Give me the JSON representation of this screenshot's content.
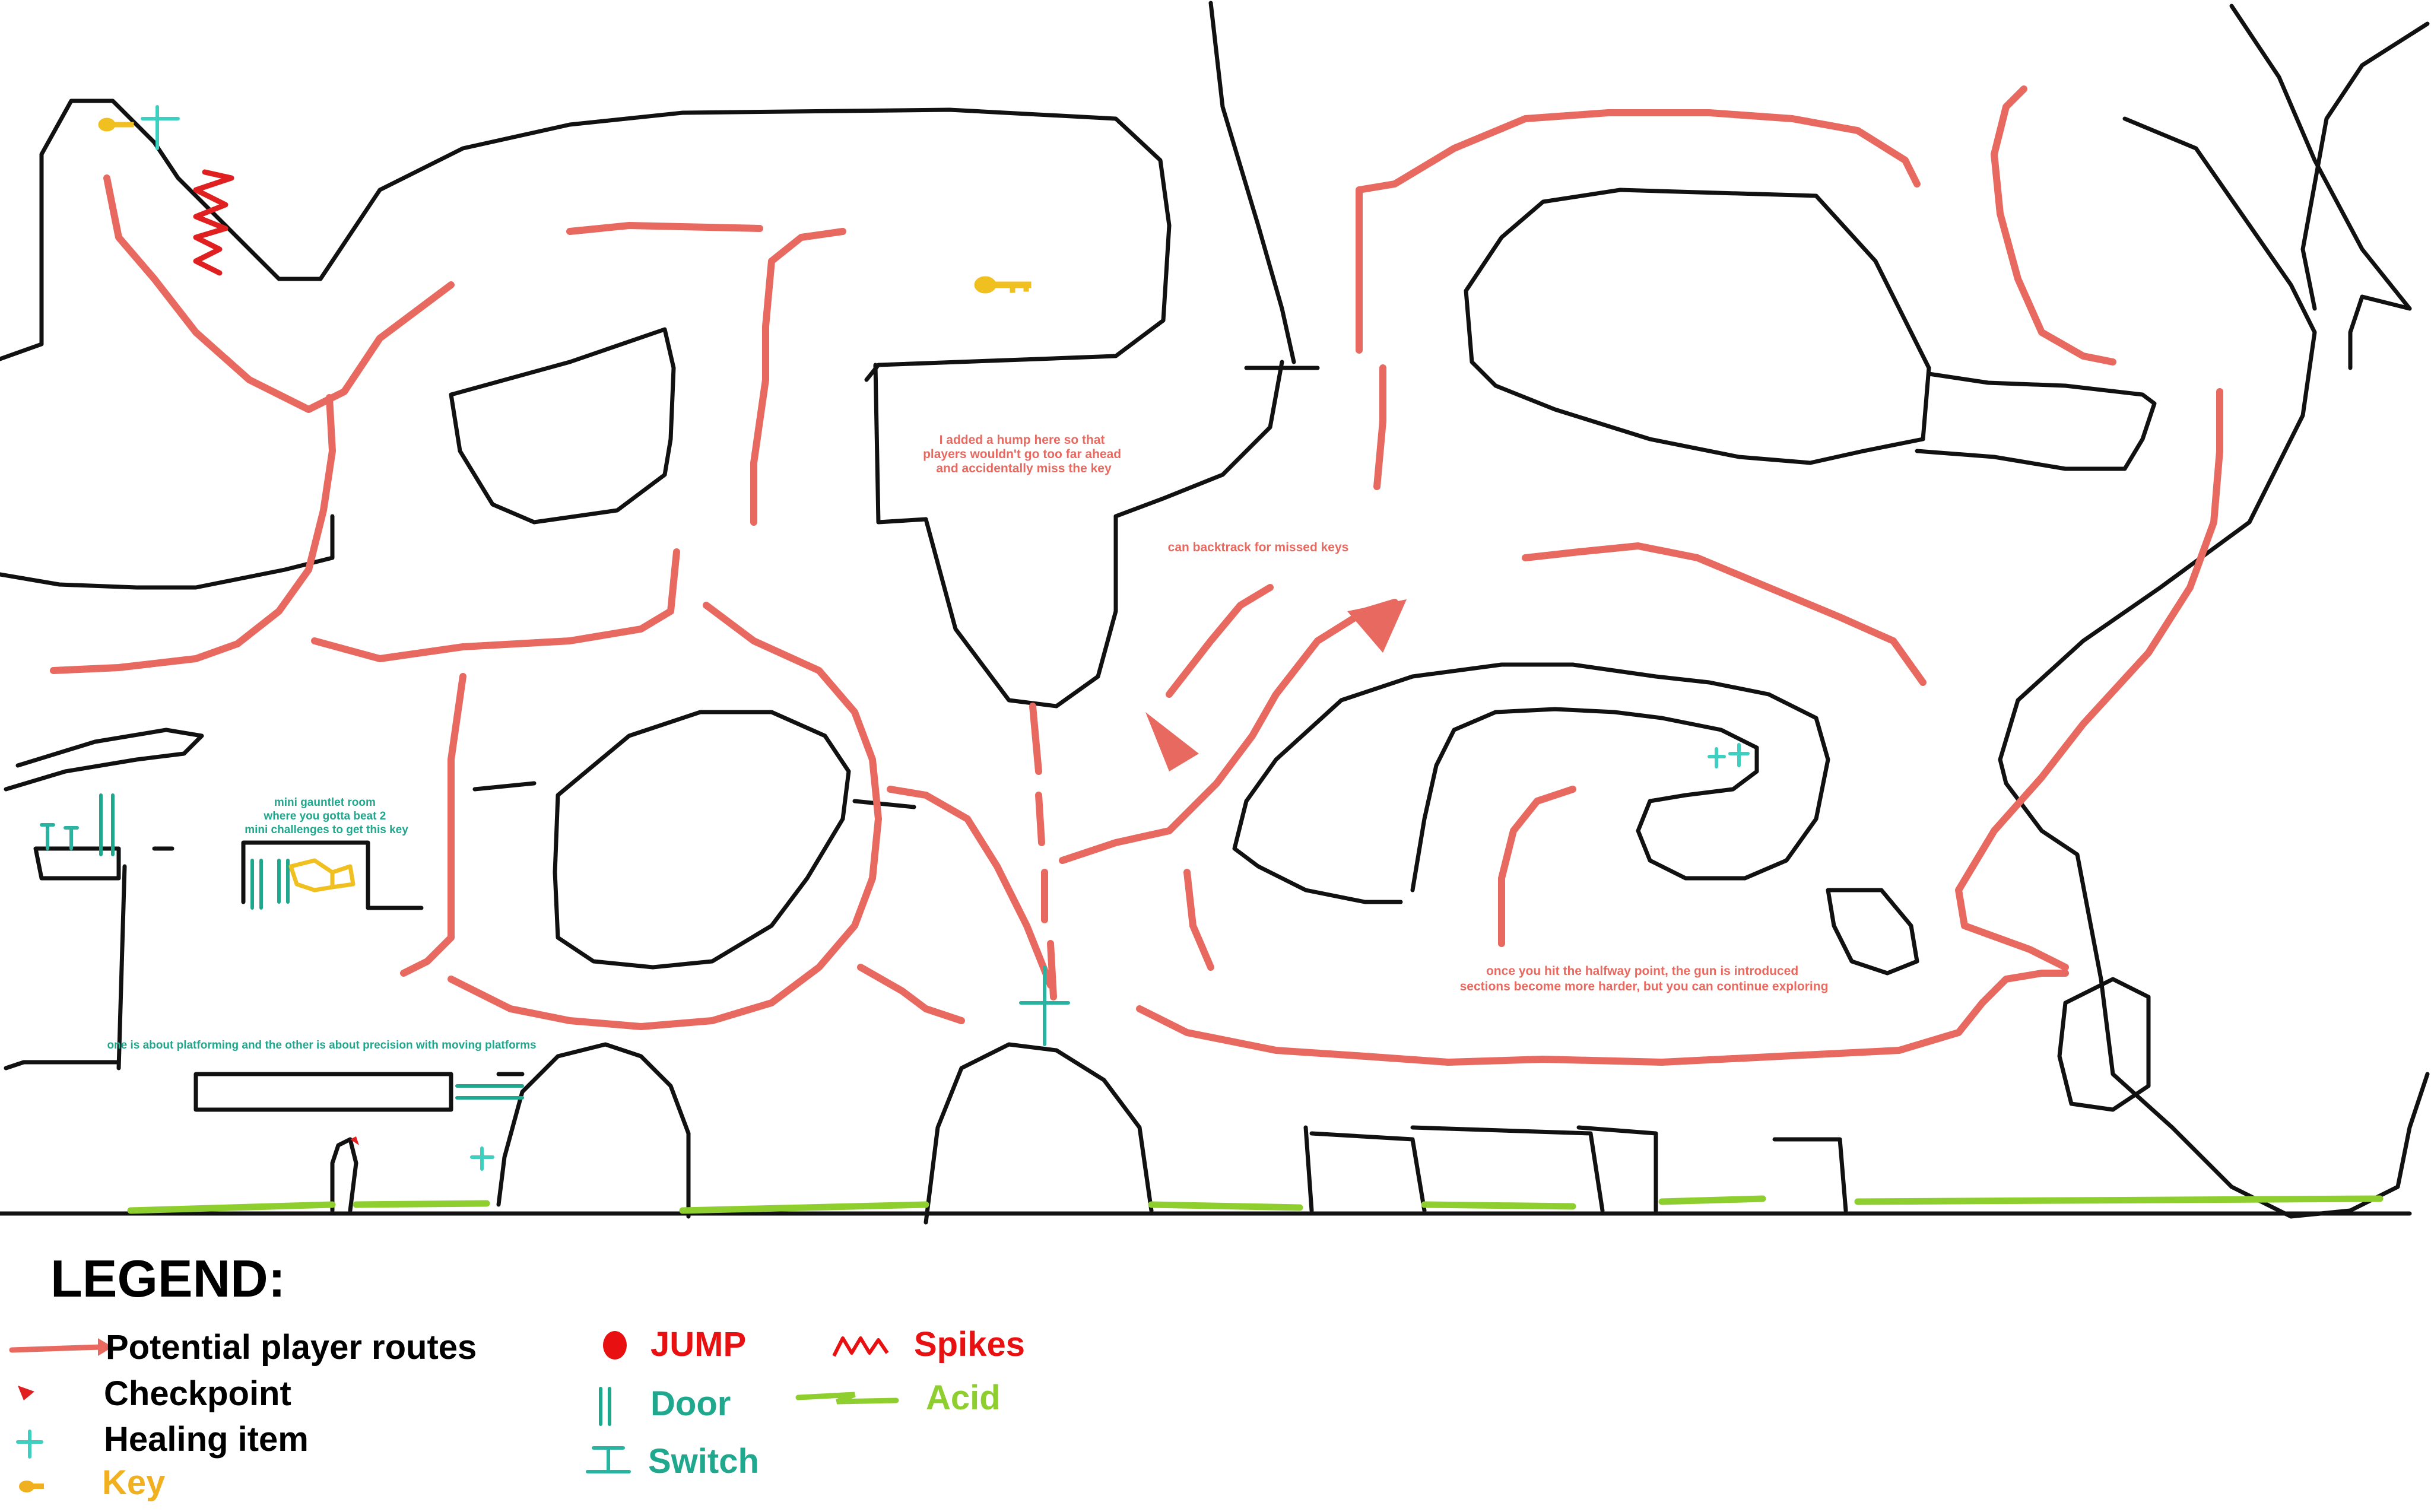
{
  "annotations": {
    "hump_note": [
      "I added a hump here so that",
      "players wouldn't go too far ahead",
      "and accidentally miss the key"
    ],
    "backtrack_note": "can backtrack for missed keys",
    "gauntlet_note": [
      "mini gauntlet room",
      "where you gotta beat 2",
      "mini challenges to get this key"
    ],
    "platforming_note": "one is about platforming and the other is about precision with moving platforms",
    "halfway_note": [
      "once you hit the halfway point, the gun is introduced",
      "sections become more harder, but you can continue exploring"
    ]
  },
  "legend": {
    "title": "LEGEND:",
    "items": [
      {
        "label": "Potential player routes",
        "icon": "route-arrow-icon",
        "color": "#000000"
      },
      {
        "label": "Checkpoint",
        "icon": "checkpoint-flag-icon",
        "color": "#000000"
      },
      {
        "label": "Healing item",
        "icon": "healing-plus-icon",
        "color": "#000000"
      },
      {
        "label": "Key",
        "icon": "key-icon",
        "color": "#f0b020"
      },
      {
        "label": "JUMP",
        "icon": "jump-dot-icon",
        "color": "#e81010"
      },
      {
        "label": "Door",
        "icon": "door-icon",
        "color": "#1fa88d"
      },
      {
        "label": "Switch",
        "icon": "switch-icon",
        "color": "#1fa88d"
      },
      {
        "label": "Spikes",
        "icon": "spikes-icon",
        "color": "#e81010"
      },
      {
        "label": "Acid",
        "icon": "acid-icon",
        "color": "#8fce2f"
      }
    ]
  },
  "colors": {
    "route": "#e8695f",
    "wall": "#111111",
    "acid": "#8fce2f",
    "door": "#1fa88d",
    "heal": "#3fcfc0",
    "key": "#f0c020",
    "spikes": "#e02020"
  }
}
